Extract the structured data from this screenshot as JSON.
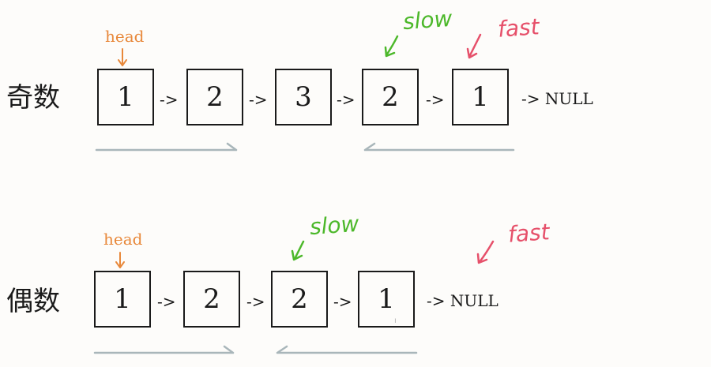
{
  "colors": {
    "ink": "#1a1a1a",
    "head": "#e8883a",
    "slow": "#4cb82a",
    "fast": "#e6506a",
    "arrow": "#a9b6ba"
  },
  "odd_row": {
    "label": "奇数",
    "nodes": [
      {
        "value": "1"
      },
      {
        "value": "2"
      },
      {
        "value": "3"
      },
      {
        "value": "2"
      },
      {
        "value": "1"
      }
    ],
    "link": "->",
    "terminator": "-> NULL",
    "head_label": "head",
    "slow_label": "slow",
    "fast_label": "fast"
  },
  "even_row": {
    "label": "偶数",
    "nodes": [
      {
        "value": "1"
      },
      {
        "value": "2"
      },
      {
        "value": "2"
      },
      {
        "value": "1"
      }
    ],
    "link": "->",
    "terminator": "-> NULL",
    "head_label": "head",
    "slow_label": "slow",
    "fast_label": "fast"
  }
}
